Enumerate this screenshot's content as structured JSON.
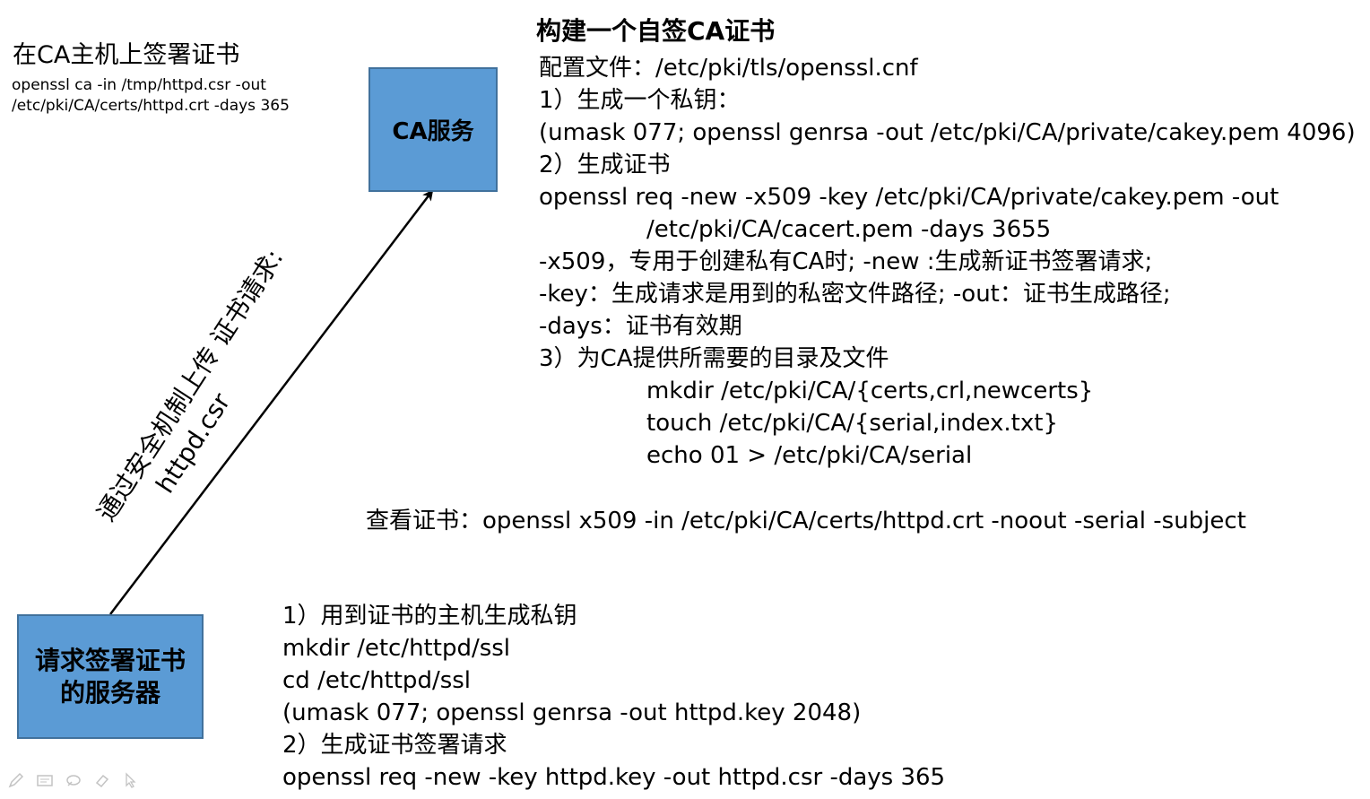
{
  "sign_note": {
    "title": "在CA主机上签署证书",
    "cmd_line1": "openssl ca -in /tmp/httpd.csr  -out",
    "cmd_line2": "/etc/pki/CA/certs/httpd.crt  -days 365"
  },
  "ca_box": {
    "label": "CA服务"
  },
  "request_box": {
    "label": "请求签署证书\n的服务器"
  },
  "upload_edge": {
    "line1": "通过安全机制上传 证书请求:",
    "line2": "httpd.csr"
  },
  "ca_build": {
    "title": "构建一个自签CA证书",
    "lines": [
      "配置文件：/etc/pki/tls/openssl.cnf",
      "1）生成一个私钥：",
      "(umask 077; openssl genrsa -out /etc/pki/CA/private/cakey.pem 4096)",
      "2）生成证书",
      "openssl req -new -x509 -key /etc/pki/CA/private/cakey.pem -out",
      "/etc/pki/CA/cacert.pem -days  3655",
      "-x509，专用于创建私有CA时; -new :生成新证书签署请求;",
      "-key：生成请求是用到的私密文件路径; -out：证书生成路径;",
      "-days：证书有效期",
      "3）为CA提供所需要的目录及文件",
      "mkdir /etc/pki/CA/{certs,crl,newcerts}",
      "touch  /etc/pki/CA/{serial,index.txt}",
      "echo 01  > /etc/pki/CA/serial"
    ]
  },
  "view_cert": "查看证书：openssl x509 -in /etc/pki/CA/certs/httpd.crt -noout   -serial -subject",
  "server_steps": {
    "lines": [
      "1）用到证书的主机生成私钥",
      "mkdir /etc/httpd/ssl",
      "cd /etc/httpd/ssl",
      "(umask 077; openssl genrsa -out httpd.key 2048)",
      "2）生成证书签署请求",
      "openssl req -new -key  httpd.key -out  httpd.csr  -days 365"
    ]
  },
  "colors": {
    "box_fill": "#5b9bd5",
    "box_border": "#41719c"
  },
  "toolbar_icons": [
    "pen-icon",
    "slides-icon",
    "highlighter-icon",
    "eraser-icon",
    "pointer-icon"
  ]
}
